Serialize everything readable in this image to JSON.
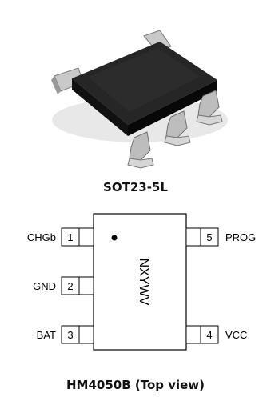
{
  "package_name": "SOT23-5L",
  "chip_marking": "NXYWV",
  "pins": [
    {
      "number": "1",
      "name": "CHGb"
    },
    {
      "number": "2",
      "name": "GND"
    },
    {
      "number": "3",
      "name": "BAT"
    },
    {
      "number": "4",
      "name": "VCC"
    },
    {
      "number": "5",
      "name": "PROG"
    }
  ],
  "caption": "HM4050B (Top view)",
  "colors": {
    "package_body": "#1c1c1c",
    "leads": "#b8b8b8",
    "outline": "#000000"
  }
}
